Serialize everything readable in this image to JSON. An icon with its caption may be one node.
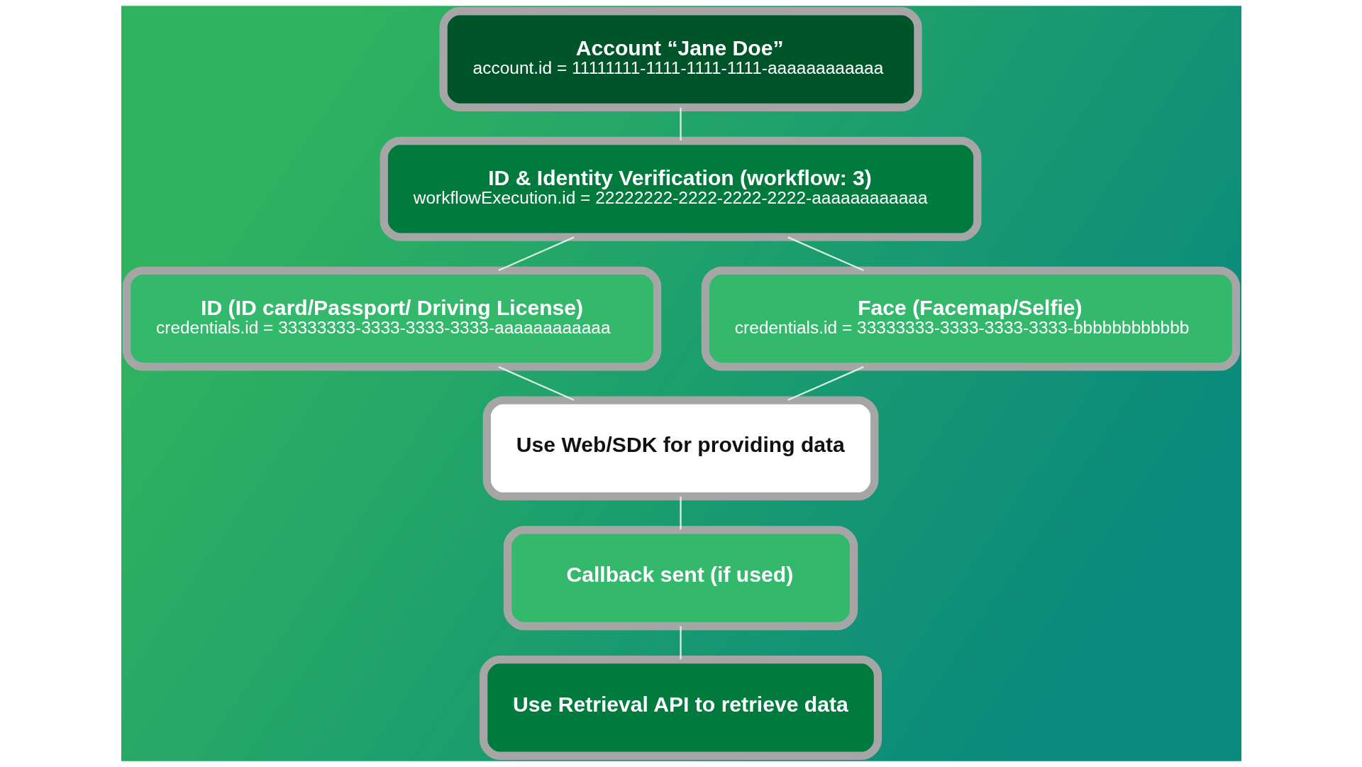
{
  "diagram": {
    "nodes": [
      {
        "text": [
          "Account “Jane Doe”",
          "account.id = 11111111-1111-1111-1111-aaaaaaaaaaaa"
        ]
      },
      {
        "text": [
          "ID & Identity Verification (workflow: 3)",
          "workflowExecution.id = 22222222-2222-2222-2222-aaaaaaaaaaaa"
        ]
      },
      {
        "text": [
          "ID (ID card/Passport/ Driving License)",
          "credentials.id = 33333333-3333-3333-3333-aaaaaaaaaaaa"
        ]
      },
      {
        "text": [
          "Face (Facemap/Selfie)",
          "credentials.id = 33333333-3333-3333-3333-bbbbbbbbbbbb"
        ]
      },
      {
        "text": [
          "Use Web/SDK for providing data"
        ]
      },
      {
        "text": [
          "Callback sent (if used)"
        ]
      },
      {
        "text": [
          "Use Retrieval API to retrieve data"
        ]
      }
    ],
    "edges": [
      {
        "from": 0,
        "to": 1,
        "arrow": "none"
      },
      {
        "from": 1,
        "to": 2,
        "arrow": "none"
      },
      {
        "from": 1,
        "to": 3,
        "arrow": "none"
      },
      {
        "from": 2,
        "to": 4,
        "arrow": "none"
      },
      {
        "from": 3,
        "to": 4,
        "arrow": "none"
      },
      {
        "from": 4,
        "to": 5,
        "arrow": "none"
      },
      {
        "from": 5,
        "to": 6,
        "arrow": "none"
      }
    ]
  }
}
